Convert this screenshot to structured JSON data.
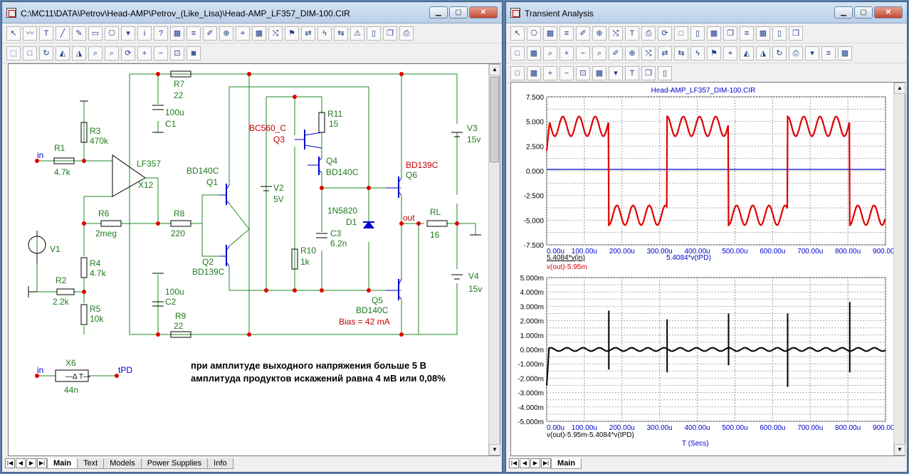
{
  "left_window": {
    "title": "C:\\MC11\\DATA\\Petrov\\Head-AMP\\Petrov_(Like_Lisa)\\Head-AMP_LF357_DIM-100.CIR",
    "toolbar1": [
      "pointer-icon",
      "wire-icon",
      "text-icon",
      "line-icon",
      "pencil-icon",
      "bus-icon",
      "component-icon",
      "dropdown-icon",
      "info-icon",
      "help-icon",
      "table-icon",
      "list-icon",
      "edit-icon",
      "node-icon",
      "pin-icon",
      "grid-icon",
      "probe-icon",
      "flag-icon",
      "arrows-icon",
      "lightning-icon",
      "swap-icon",
      "warning-icon",
      "page-icon",
      "copy-icon",
      "print-icon"
    ],
    "toolbar2": [
      "select-icon",
      "box-icon",
      "rotate-icon",
      "mirror-icon",
      "flip-icon",
      "find-icon",
      "zoom-find-icon",
      "refresh-icon",
      "zoom-in-icon",
      "zoom-out-icon",
      "zoom-fit-icon",
      "camera-icon"
    ],
    "tabs": [
      "Main",
      "Text",
      "Models",
      "Power Supplies",
      "Info"
    ],
    "active_tab": "Main",
    "schematic": {
      "R7": "R7",
      "R7v": "22",
      "C1": "C1",
      "C1v": "100u",
      "R3": "R3",
      "R3v": "470k",
      "R1": "R1",
      "R1v": "4.7k",
      "in": "in",
      "opamp": "LF357",
      "opampRef": "X12",
      "Q1t": "BD140C",
      "Q1": "Q1",
      "Q2": "Q2",
      "Q2t": "BD139C",
      "R6": "R6",
      "R6v": "2meg",
      "R8": "R8",
      "R8v": "220",
      "V1": "V1",
      "R4": "R4",
      "R4v": "4.7k",
      "R2": "R2",
      "R2v": "2.2k",
      "R5": "R5",
      "R5v": "10k",
      "C2v": "100u",
      "C2": "C2",
      "R9": "R9",
      "R9v": "22",
      "V2": "V2",
      "V2v": "5V",
      "Q3t": "BC560_C",
      "Q3": "Q3",
      "R11": "R11",
      "R11v": "15",
      "Q4": "Q4",
      "Q4t": "BD140C",
      "D1t": "1N5820",
      "D1": "D1",
      "C3": "C3",
      "C3v": "6.2n",
      "R10": "R10",
      "R10v": "1k",
      "Q5": "Q5",
      "Q5t": "BD140C",
      "bias": "Bias = 42 mA",
      "Q6t": "BD139C",
      "Q6": "Q6",
      "out": "out",
      "RL": "RL",
      "RLv": "16",
      "V3": "V3",
      "V3v": "15v",
      "V4": "V4",
      "V4v": "15v",
      "X6": "X6",
      "X6v": "44n",
      "in2": "in",
      "tpd": "tPD",
      "note1": "при амплитуде выходного напряжения больше 5 В",
      "note2": "амплитуда продуктов искажений равна 4 мВ или 0,08%"
    }
  },
  "right_window": {
    "title": "Transient Analysis",
    "tabs": [
      "Main"
    ],
    "plot_title": "Head-AMP_LF357_DIM-100.CIR",
    "legend1a": "5.4084*v(in)",
    "legend1b": "5.4084*v(tPD)",
    "legend1c": "v(out)-5.95m",
    "legend2": "v(out)-5.95m-5.4084*v(tPD)",
    "xaxis_label": "T (Secs)",
    "colors": {
      "series_red": "#e00000",
      "series_blue": "#0000cc",
      "series_black": "#000000",
      "axis_text": "#0000cc"
    }
  },
  "chart_data": [
    {
      "type": "line",
      "title": "Head-AMP_LF357_DIM-100.CIR",
      "x_ticks": [
        "0.00u",
        "100.00u",
        "200.00u",
        "300.00u",
        "400.00u",
        "500.00u",
        "600.00u",
        "700.00u",
        "800.00u",
        "900.00u"
      ],
      "y_ticks": [
        "7.500",
        "5.000",
        "2.500",
        "0.000",
        "-2.500",
        "-5.000",
        "-7.500"
      ],
      "xlim": [
        0,
        900
      ],
      "ylim": [
        -7.5,
        7.5
      ],
      "grid": true,
      "series": [
        {
          "name": "5.4084*v(in)",
          "color": "#0000cc",
          "description_points": [
            [
              0,
              0
            ],
            [
              900,
              0
            ]
          ]
        },
        {
          "name": "v(out)-5.95m",
          "color": "#e00000",
          "segments": [
            [
              0,
              165,
              "high"
            ],
            [
              165,
              320,
              "low"
            ],
            [
              320,
              483,
              "high"
            ],
            [
              483,
              640,
              "low"
            ],
            [
              640,
              805,
              "high"
            ],
            [
              805,
              900,
              "low"
            ]
          ]
        }
      ]
    },
    {
      "type": "line",
      "x_ticks": [
        "0.00u",
        "100.00u",
        "200.00u",
        "300.00u",
        "400.00u",
        "500.00u",
        "600.00u",
        "700.00u",
        "800.00u",
        "900.00u"
      ],
      "y_ticks": [
        "5.000m",
        "4.000m",
        "3.000m",
        "2.000m",
        "1.000m",
        "0.000m",
        "-1.000m",
        "-2.000m",
        "-3.000m",
        "-4.000m",
        "-5.000m"
      ],
      "xlim": [
        0,
        900
      ],
      "ylim": [
        -5,
        5
      ],
      "xlabel": "T (Secs)",
      "grid": true,
      "series": [
        {
          "name": "v(out)-5.95m-5.4084*v(tPD)",
          "color": "#000000",
          "spikes": [
            [
              165,
              2.7,
              -1.4
            ],
            [
              320,
              2.1,
              -1.6
            ],
            [
              483,
              2.5,
              -1.1
            ],
            [
              640,
              2.5,
              -2.6
            ],
            [
              805,
              3.3,
              -1.6
            ]
          ]
        }
      ]
    }
  ]
}
